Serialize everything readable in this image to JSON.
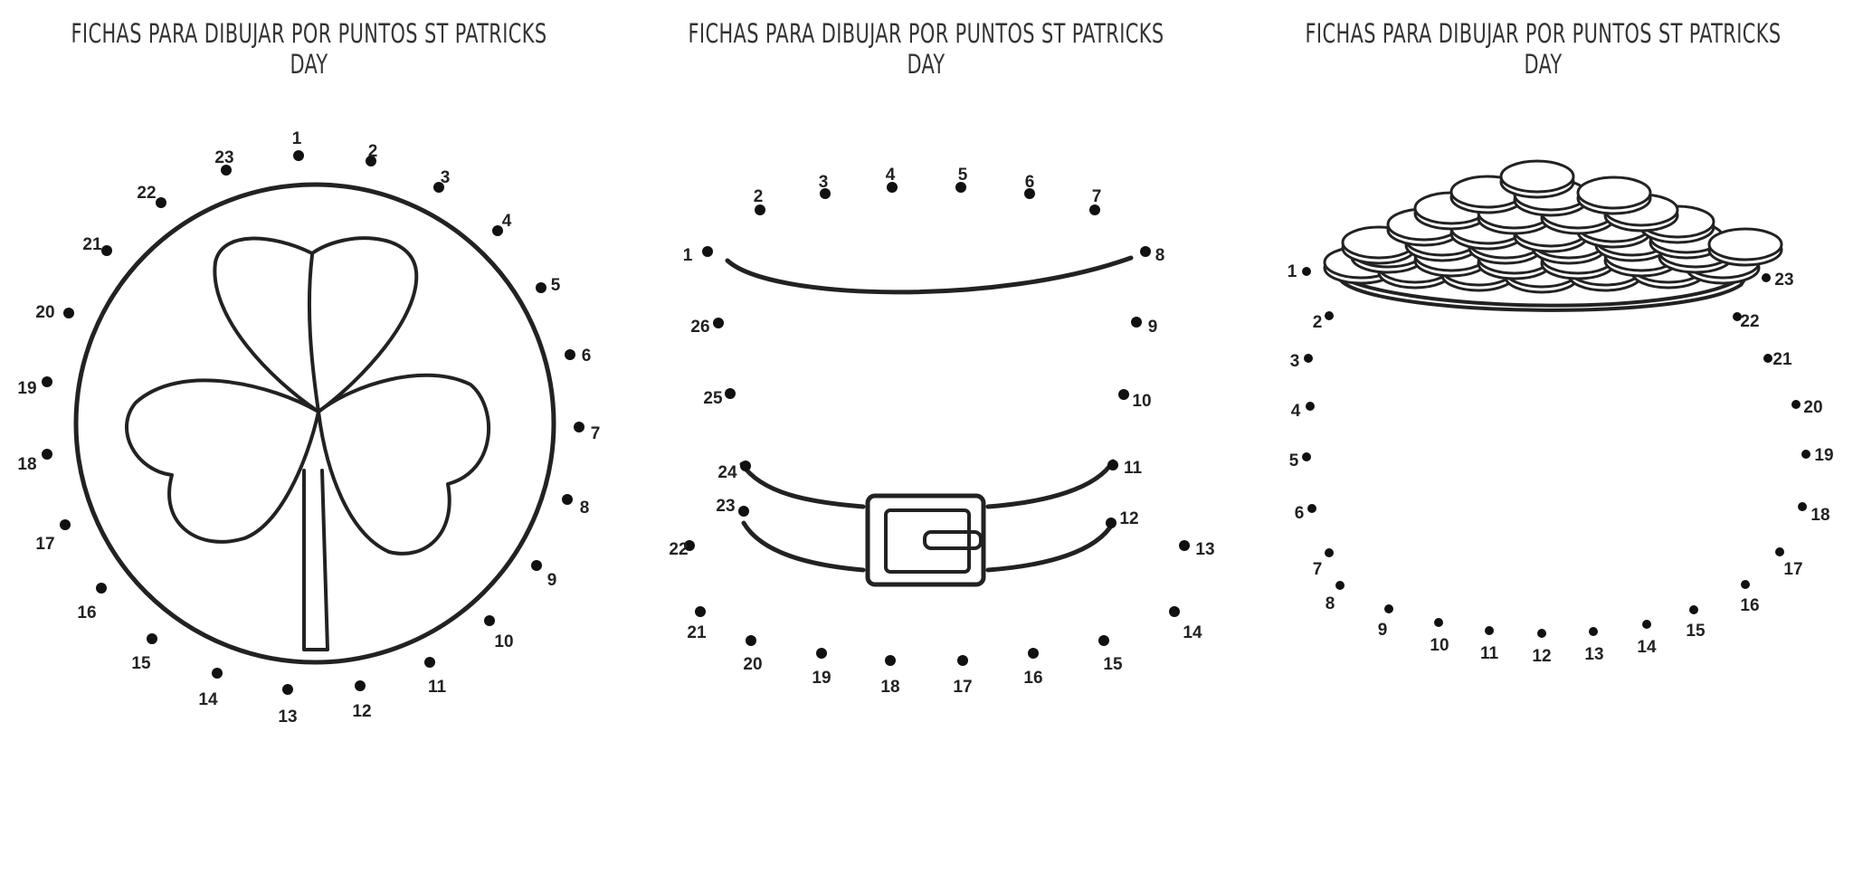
{
  "worksheets": [
    {
      "title": "FICHAS PARA DIBUJAR POR PUNTOS ST PATRICKS DAY",
      "subject": "shamrock-coin",
      "dots": [
        "1",
        "2",
        "3",
        "4",
        "5",
        "6",
        "7",
        "8",
        "9",
        "10",
        "11",
        "12",
        "13",
        "14",
        "15",
        "16",
        "17",
        "18",
        "19",
        "20",
        "21",
        "22",
        "23"
      ]
    },
    {
      "title": "FICHAS PARA DIBUJAR POR PUNTOS ST PATRICKS DAY",
      "subject": "leprechaun-hat",
      "dots": [
        "1",
        "2",
        "3",
        "4",
        "5",
        "6",
        "7",
        "8",
        "9",
        "10",
        "11",
        "12",
        "13",
        "14",
        "15",
        "16",
        "17",
        "18",
        "19",
        "20",
        "21",
        "22",
        "23",
        "24",
        "25",
        "26"
      ]
    },
    {
      "title": "FICHAS PARA DIBUJAR POR PUNTOS ST PATRICKS DAY",
      "subject": "pot-of-gold",
      "dots": [
        "1",
        "2",
        "3",
        "4",
        "5",
        "6",
        "7",
        "8",
        "9",
        "10",
        "11",
        "12",
        "13",
        "14",
        "15",
        "16",
        "17",
        "18",
        "19",
        "20",
        "21",
        "22",
        "23"
      ]
    }
  ]
}
